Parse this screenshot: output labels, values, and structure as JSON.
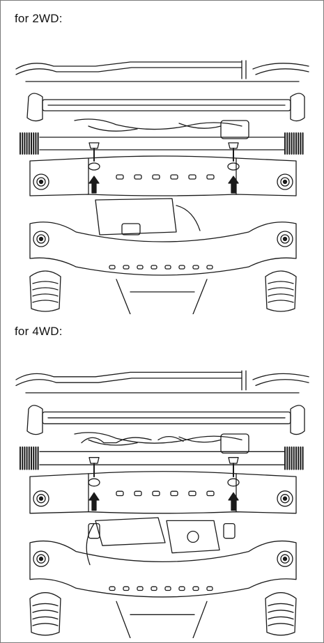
{
  "sections": [
    {
      "caption": "for 2WD:",
      "variant": "2wd"
    },
    {
      "caption": "for 4WD:",
      "variant": "4wd"
    }
  ],
  "colors": {
    "line": "#1a1a1a",
    "background": "#ffffff",
    "border": "#7a7a7a"
  }
}
